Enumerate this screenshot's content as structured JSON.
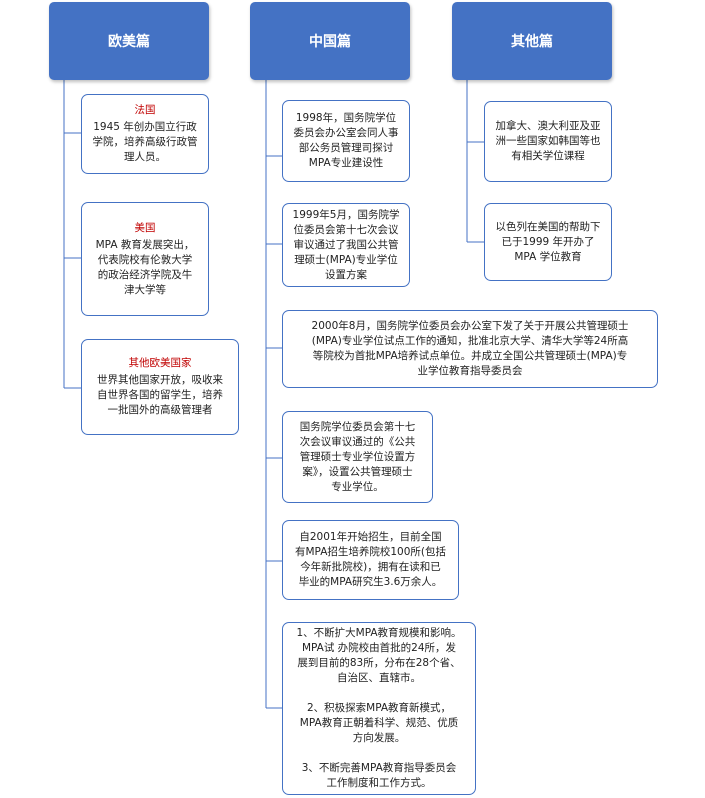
{
  "columns": [
    {
      "title": "欧美篇",
      "nodes": [
        {
          "title": "法国",
          "text": "1945 年创办国立行政\n学院，培养高级行政管\n理人员。"
        },
        {
          "title": "美国",
          "text": "MPA 教育发展突出，\n代表院校有伦敦大学\n的政治经济学院及牛\n津大学等"
        },
        {
          "title": "其他欧美国家",
          "text": "世界其他国家开放，吸收来\n自世界各国的留学生，培养\n一批国外的高级管理者"
        }
      ]
    },
    {
      "title": "中国篇",
      "nodes": [
        {
          "text": "1998年，国务院学位\n委员会办公室会同人事\n部公务员管理司探讨\nMPA专业建设性"
        },
        {
          "text": "1999年5月，国务院学\n位委员会第十七次会议\n审议通过了我国公共管\n理硕士(MPA)专业学位\n设置方案"
        },
        {
          "text": "2000年8月，国务院学位委员会办公室下发了关于开展公共管理硕士\n(MPA)专业学位试点工作的通知，批准北京大学、清华大学等24所高\n等院校为首批MPA培养试点单位。并成立全国公共管理硕士(MPA)专\n业学位教育指导委员会"
        },
        {
          "text": "国务院学位委员会第十七\n次会议审议通过的《公共\n管理硕士专业学位设置方\n案》，设置公共管理硕士\n专业学位。"
        },
        {
          "text": "自2001年开始招生，目前全国\n有MPA招生培养院校100所(包括\n今年新批院校)，拥有在读和已\n毕业的MPA研究生3.6万余人。"
        },
        {
          "text": "1、不断扩大MPA教育规模和影响。\nMPA试 办院校由首批的24所，发\n展到目前的83所，分布在28个省、\n自治区、直辖市。\n\n2、积极探索MPA教育新模式，\nMPA教育正朝着科学、规范、优质\n方向发展。\n\n3、不断完善MPA教育指导委员会\n工作制度和工作方式。"
        }
      ]
    },
    {
      "title": "其他篇",
      "nodes": [
        {
          "text": "加拿大、澳大利亚及亚\n洲一些国家如韩国等也\n有相关学位课程"
        },
        {
          "text": "以色列在美国的帮助下\n已于1999 年开办了\nMPA 学位教育"
        }
      ]
    }
  ]
}
